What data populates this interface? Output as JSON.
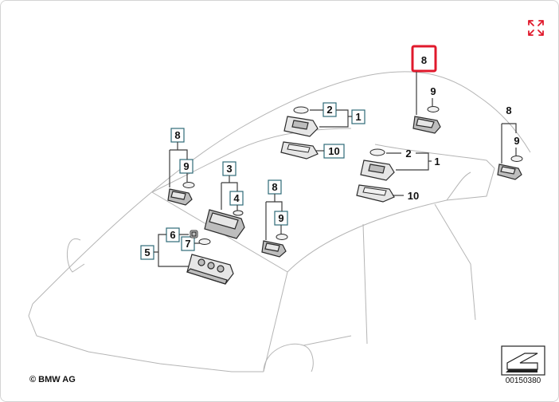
{
  "copyright": "© BMW AG",
  "diagram_code": "00150380",
  "colors": {
    "accent_highlight": "#e0192c",
    "callout_border": "#2f6b78",
    "expand_icon": "#e0192c"
  },
  "icons": {
    "expand": "expand-arrows-icon",
    "logo": "direction-arrow-icon"
  },
  "callouts": {
    "c8_top": "8",
    "c9_top": "9",
    "c2_a": "2",
    "c1_a": "1",
    "c10_a": "10",
    "c2_b": "2",
    "c1_b": "1",
    "c10_b": "10",
    "c8_right": "8",
    "c9_right": "9",
    "c8_left": "8",
    "c9_left": "9",
    "c3": "3",
    "c4": "4",
    "c8_mid": "8",
    "c9_mid": "9",
    "c6": "6",
    "c7": "7",
    "c5": "5"
  }
}
